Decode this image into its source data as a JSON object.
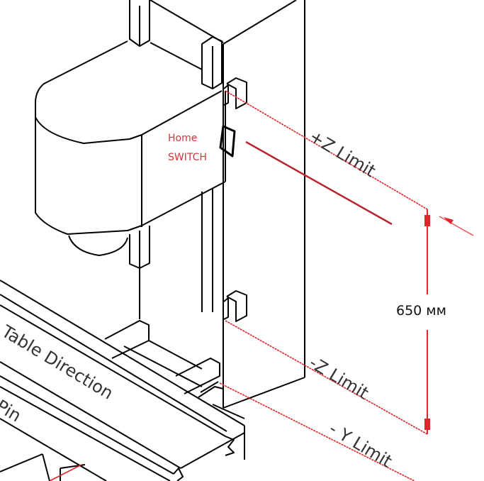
{
  "diagram": {
    "home_switch": {
      "line1": "Home",
      "line2": "SWITCH"
    },
    "labels": {
      "z_plus": "+Z Limit",
      "z_minus": "-Z Limit",
      "y_minus": "- Y Limit",
      "table_direction": "Table Direction",
      "pin": "Pin"
    },
    "dimension": "650 мм",
    "colors": {
      "annotation_red": "#d0343a",
      "line_dark_red": "#b82530",
      "drawing": "#000000"
    }
  }
}
